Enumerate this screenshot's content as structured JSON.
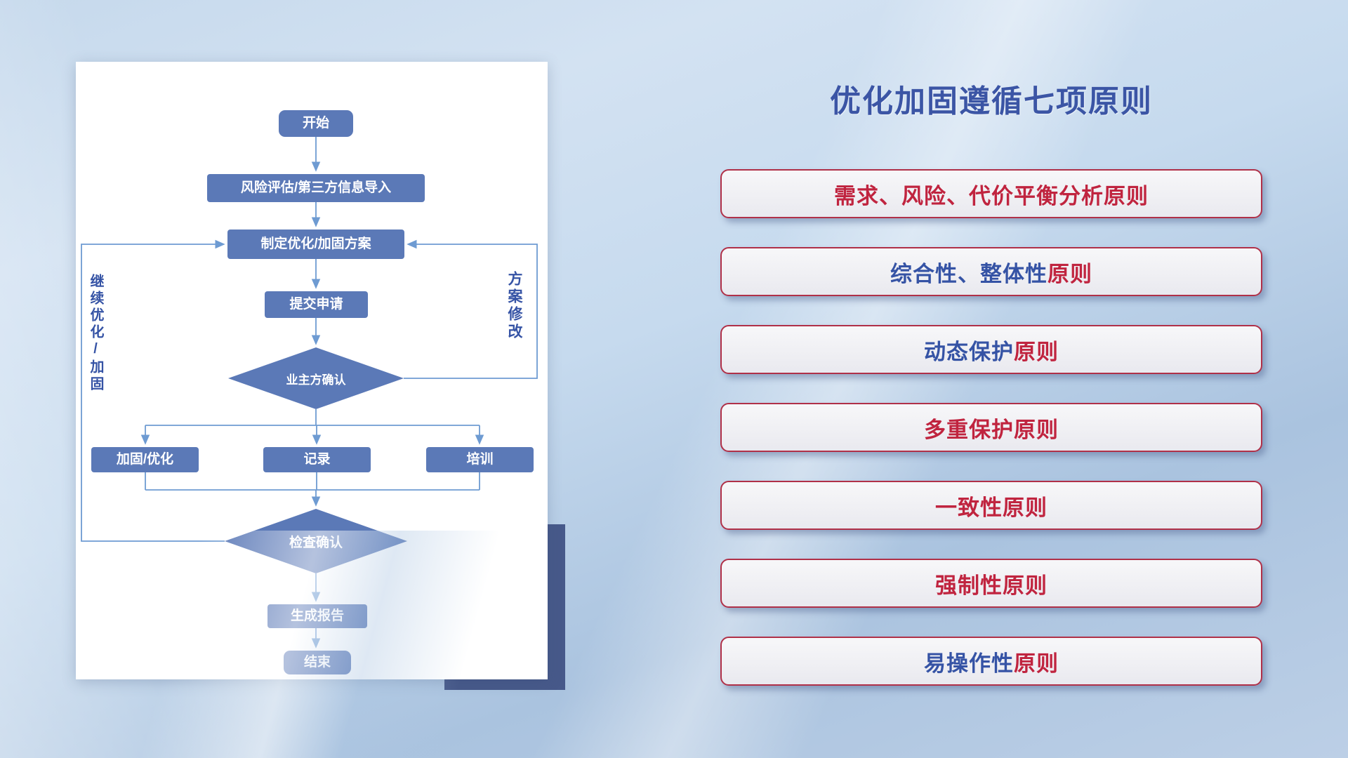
{
  "title": "优化加固遵循七项原则",
  "colors": {
    "title-blue": "#3b55a5",
    "principle-red": "#c0243f",
    "principle-blue": "#3553a5",
    "principle-border": "#b03048",
    "flow-node": "#5b79b7",
    "flow-line": "#6e9bd2",
    "shadow-navy": "#47598a"
  },
  "flowchart": {
    "start": "开始",
    "risk": "风险评估/第三方信息导入",
    "plan": "制定优化/加固方案",
    "submit": "提交申请",
    "owner_confirm": "业主方确认",
    "reinforce": "加固/优化",
    "record": "记录",
    "training": "培训",
    "check_confirm": "检查确认",
    "report": "生成报告",
    "end": "结束",
    "loop_left": "继续优化/加固",
    "loop_right": "方案修改"
  },
  "principles": [
    {
      "part1": "需求、风险、代价平衡分析",
      "part2": "原则",
      "part1_color": "red",
      "part2_color": "red"
    },
    {
      "part1": "综合性、整体性",
      "part2": "原则",
      "part1_color": "blue",
      "part2_color": "red"
    },
    {
      "part1": "动态保护",
      "part2": "原则",
      "part1_color": "blue",
      "part2_color": "red"
    },
    {
      "part1": "多重保护",
      "part2": "原则",
      "part1_color": "red",
      "part2_color": "red"
    },
    {
      "part1": "一致性",
      "part2": "原则",
      "part1_color": "red",
      "part2_color": "red"
    },
    {
      "part1": "强制性",
      "part2": "原则",
      "part1_color": "red",
      "part2_color": "red"
    },
    {
      "part1": "易操作性",
      "part2": "原则",
      "part1_color": "blue",
      "part2_color": "red"
    }
  ]
}
